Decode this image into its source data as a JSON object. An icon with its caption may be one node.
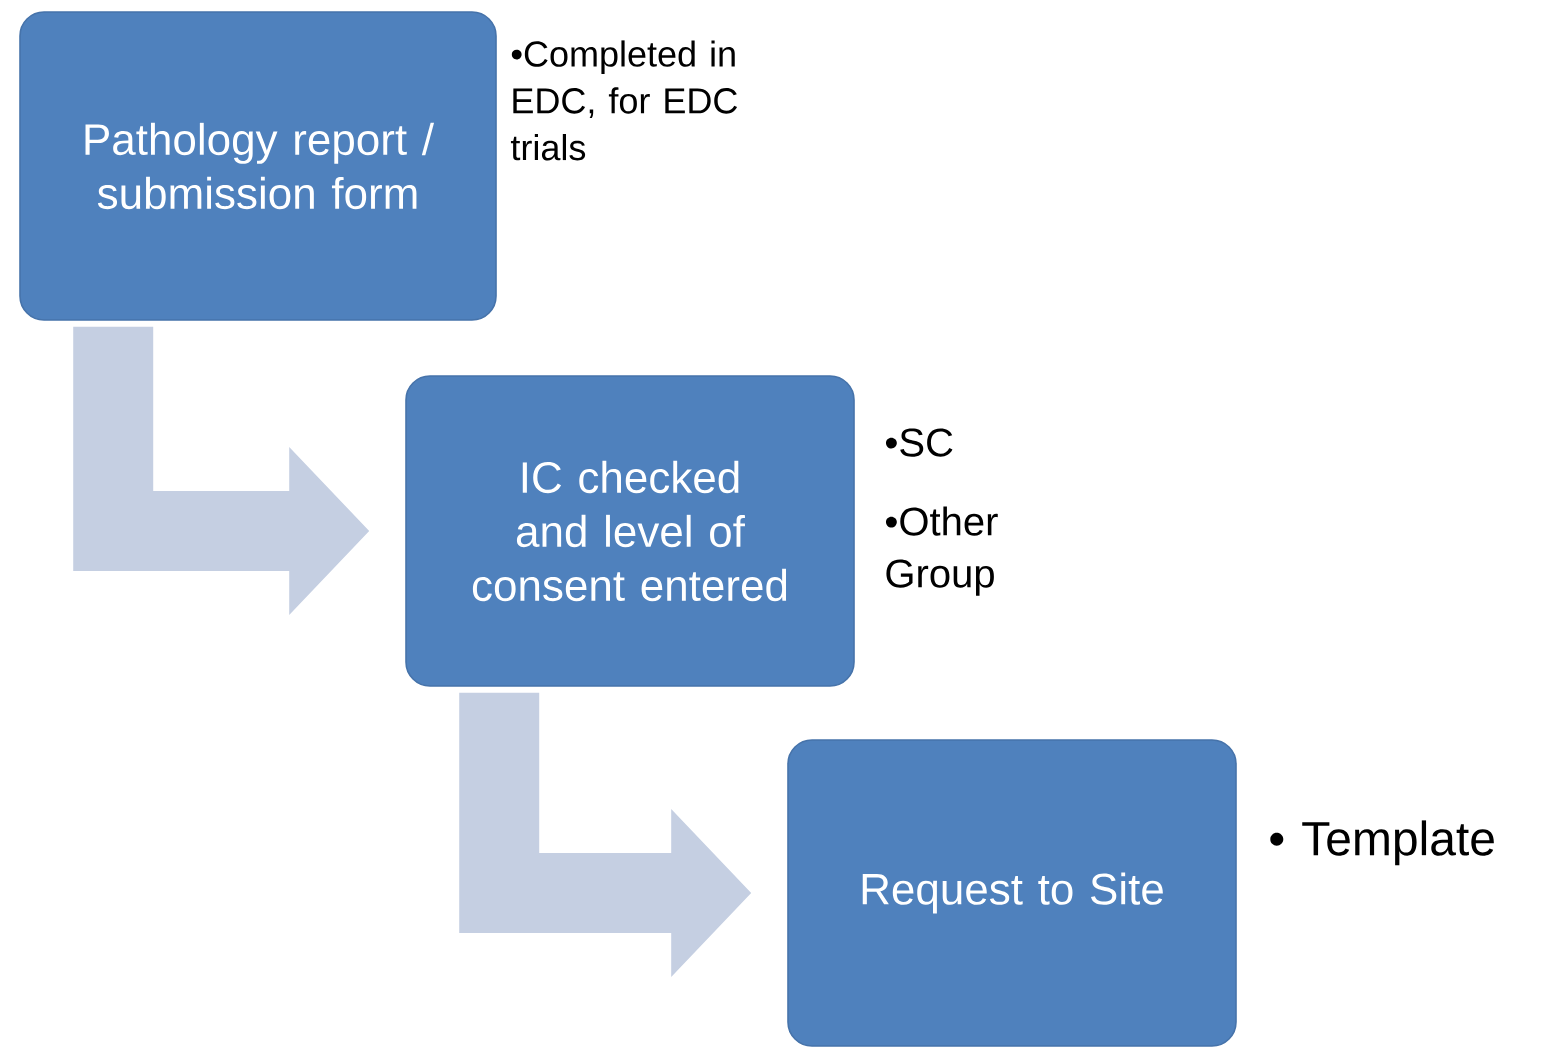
{
  "diagram": {
    "nodes": [
      {
        "text": [
          "Pathology report / submission form"
        ],
        "beside": [
          "•Completed in EDC, for EDC trials"
        ]
      },
      {
        "text": [
          "IC checked and level of consent entered"
        ],
        "beside": [
          "•SC",
          "•Other Group"
        ]
      },
      {
        "text": [
          "Request to Site"
        ],
        "beside": [
          "• Template"
        ]
      }
    ],
    "edges": [
      {
        "from": 0,
        "to": 1,
        "arrow": "to"
      },
      {
        "from": 1,
        "to": 2,
        "arrow": "to"
      }
    ]
  }
}
